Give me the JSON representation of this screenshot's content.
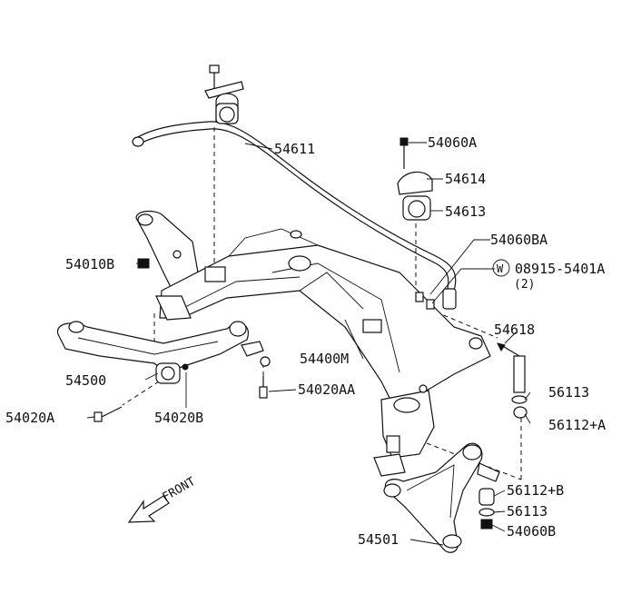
{
  "labels": {
    "p54611": "54611",
    "p54060A": "54060A",
    "p54614": "54614",
    "p54613": "54613",
    "p54060BA": "54060BA",
    "p54010B": "54010B",
    "w_symbol": "W",
    "p08915": "08915-5401A",
    "qty2": "(2)",
    "p54618": "54618",
    "p54400M": "54400M",
    "p54500": "54500",
    "p54020AA": "54020AA",
    "p54020A": "54020A",
    "p54020B": "54020B",
    "p56113_top": "56113",
    "p56112A": "56112+A",
    "p56112B": "56112+B",
    "p56113_bottom": "56113",
    "p54060B": "54060B",
    "p54501": "54501",
    "front": "FRONT"
  }
}
